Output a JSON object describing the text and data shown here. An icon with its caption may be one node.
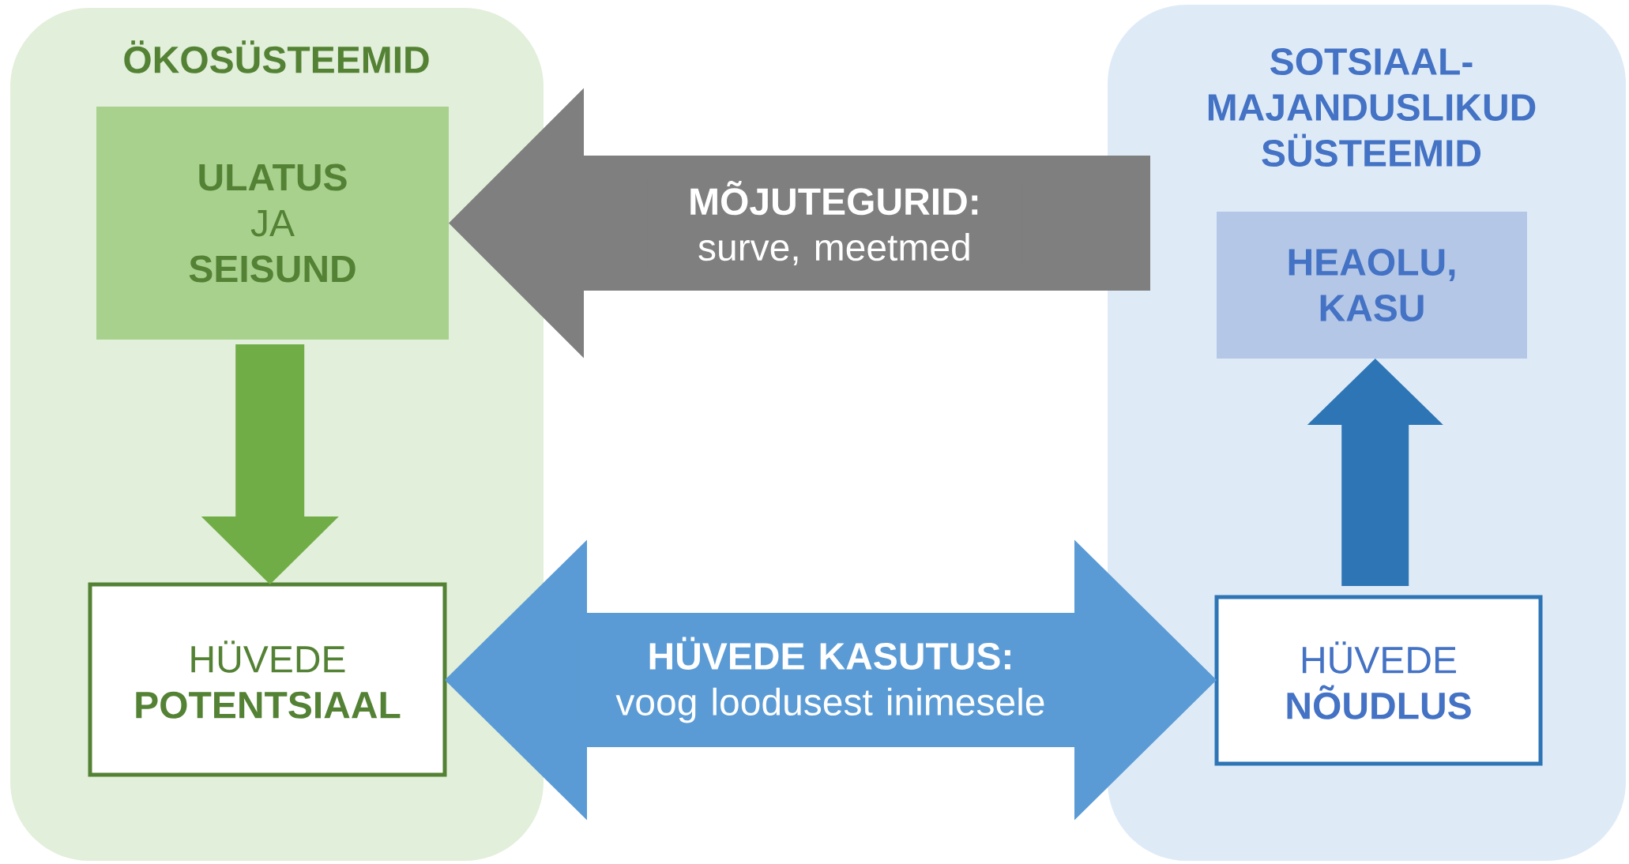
{
  "diagram": {
    "nodes": [
      {
        "text": [
          "ÖKOSÜSTEEMID"
        ]
      },
      {
        "text": [
          "**ULATUS** JA **SEISUND**"
        ],
        "in": 0
      },
      {
        "text": [
          "HÜVEDE **POTENTSIAAL**"
        ],
        "in": 0
      },
      {
        "text": [
          "SOTSIAAL-MAJANDUSLIKUD SÜSTEEMID"
        ]
      },
      {
        "text": [
          "HEAOLU, KASU"
        ],
        "in": 3
      },
      {
        "text": [
          "HÜVEDE **NÕUDLUS**"
        ],
        "in": 3
      }
    ],
    "edges": [
      {
        "from": 3,
        "to": 1,
        "arrow": "to",
        "label": "**MÕJUTEGURID:** surve, meetmed",
        "style": "thick",
        "color": "#7f7f7f"
      },
      {
        "from": 1,
        "to": 2,
        "arrow": "to",
        "style": "thick",
        "color": "#70ad47"
      },
      {
        "from": 2,
        "to": 5,
        "arrow": "both",
        "label": "**HÜVEDE KASUTUS:** voog loodusest inimesele",
        "style": "thick",
        "color": "#5b9bd5"
      },
      {
        "from": 5,
        "to": 4,
        "arrow": "to",
        "style": "thick",
        "color": "#2e75b6"
      }
    ]
  }
}
